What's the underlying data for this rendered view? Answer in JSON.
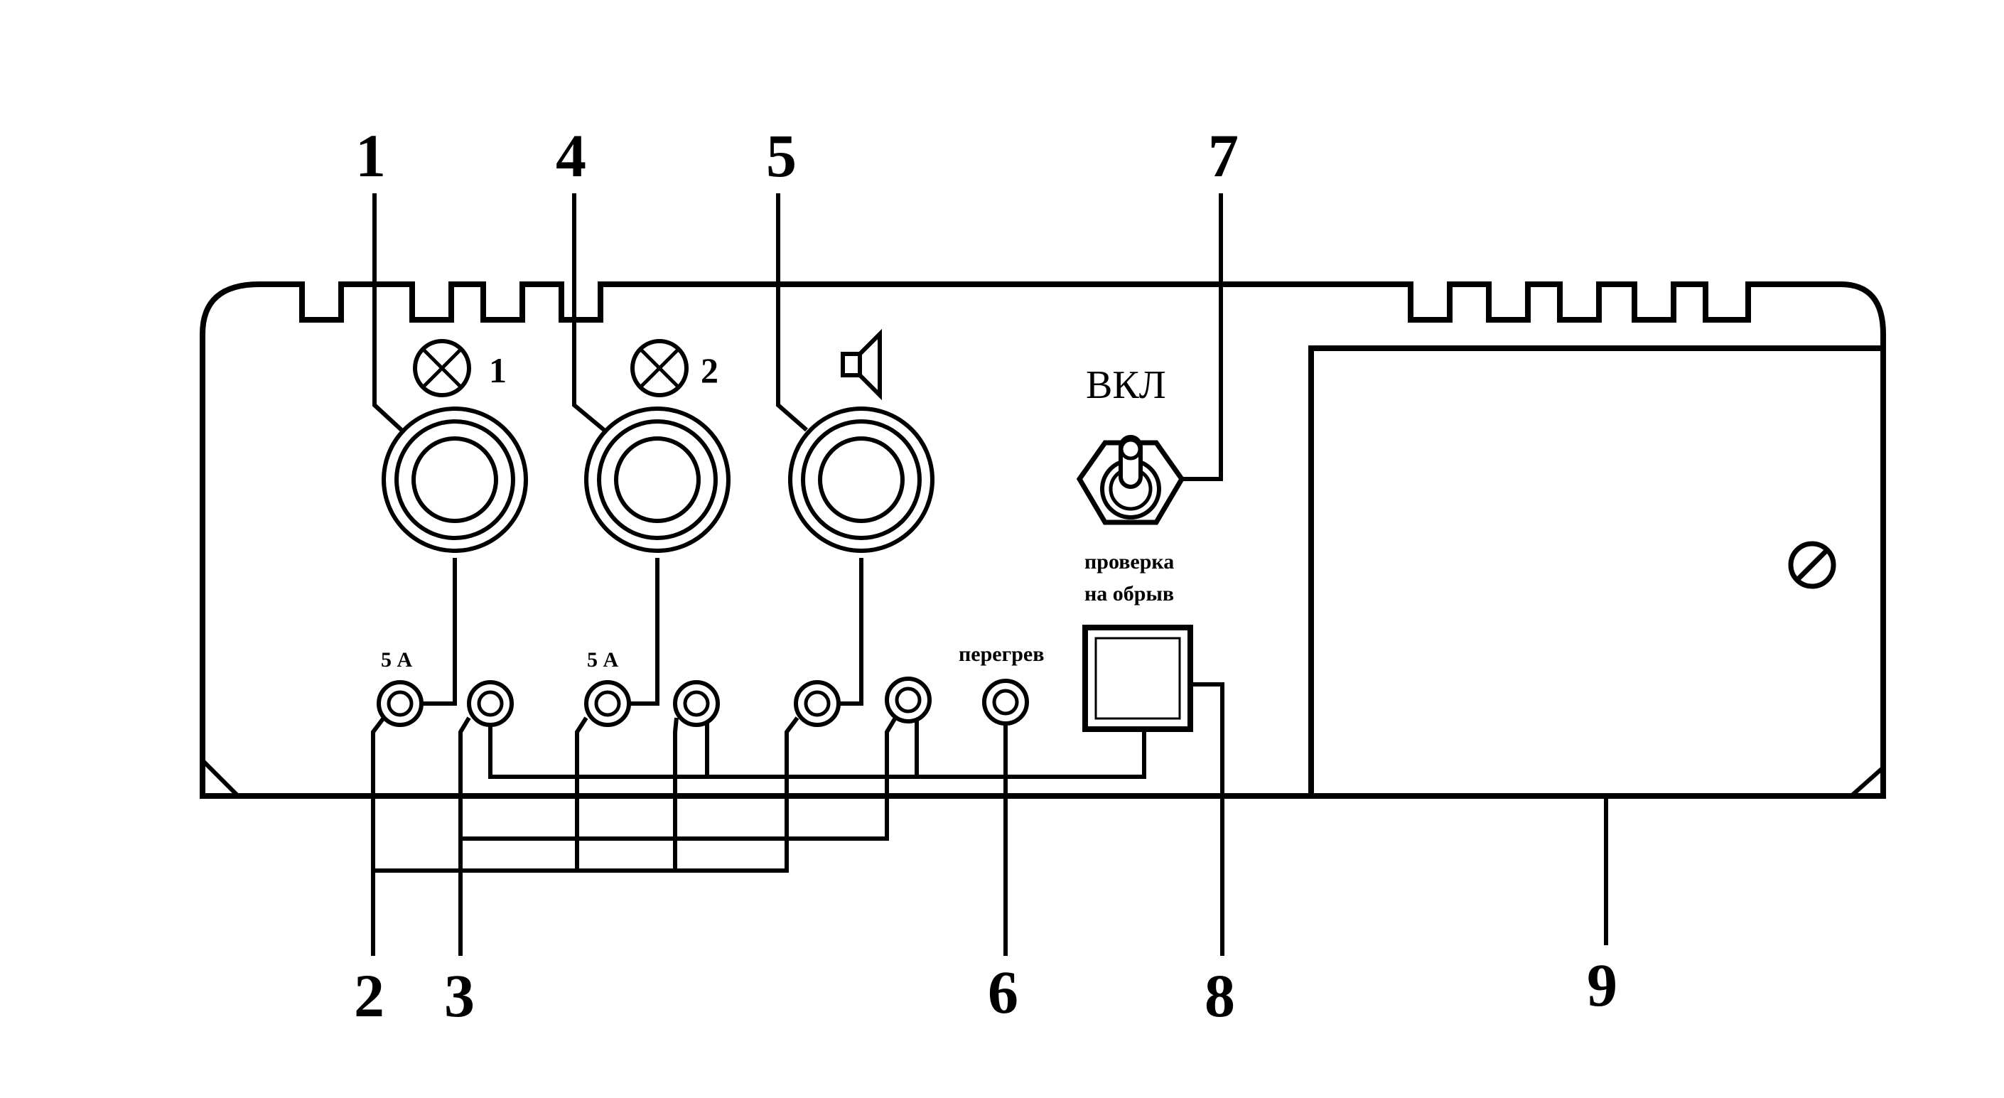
{
  "diagram": {
    "callouts": [
      "1",
      "4",
      "5",
      "7",
      "2",
      "3",
      "6",
      "8",
      "9"
    ],
    "panel_labels": {
      "lamp1_number": "1",
      "lamp2_number": "2",
      "switch_label": "ВКЛ",
      "test_label_line1": "проверка",
      "test_label_line2": "на обрыв",
      "fuse1_rating": "5 А",
      "fuse2_rating": "5 А",
      "overheat_label": "перегрев"
    },
    "icons": [
      "lamp-icon",
      "lamp-icon",
      "speaker-icon",
      "toggle-switch-icon",
      "slotted-screw-icon"
    ]
  }
}
